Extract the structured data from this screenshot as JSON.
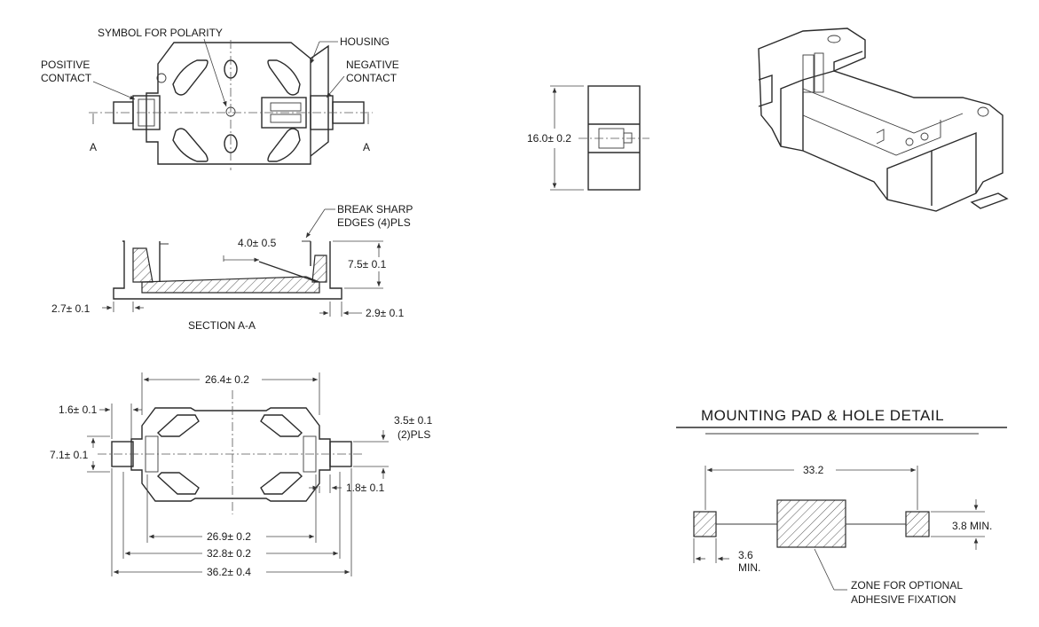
{
  "labels": {
    "symbol_for_polarity": "SYMBOL FOR POLARITY",
    "housing": "HOUSING",
    "positive_contact_1": "POSITIVE",
    "positive_contact_2": "CONTACT",
    "negative_contact_1": "NEGATIVE",
    "negative_contact_2": "CONTACT",
    "section_mark_left": "A",
    "section_mark_right": "A",
    "break_sharp_1": "BREAK SHARP",
    "break_sharp_2": "EDGES (4)PLS",
    "section_title": "SECTION A-A",
    "mounting_title": "MOUNTING PAD & HOLE DETAIL",
    "zone_1": "ZONE FOR OPTIONAL",
    "zone_2": "ADHESIVE FIXATION"
  },
  "dimensions": {
    "side_height": "16.0± 0.2",
    "section_depth": "4.0± 0.5",
    "section_height": "7.5± 0.1",
    "section_left": "2.7± 0.1",
    "section_right": "2.9± 0.1",
    "bottom_top_width": "26.4± 0.2",
    "bottom_left_small": "1.6± 0.1",
    "bottom_height": "7.1± 0.1",
    "bottom_pin_width": "3.5± 0.1",
    "bottom_pin_count": "(2)PLS",
    "bottom_right_small": "1.8± 0.1",
    "bottom_w1": "26.9± 0.2",
    "bottom_w2": "32.8± 0.2",
    "bottom_w3": "36.2± 0.4",
    "pad_spacing": "33.2",
    "pad_height": "3.8 MIN.",
    "pad_width_1": "3.6",
    "pad_width_2": "MIN."
  }
}
